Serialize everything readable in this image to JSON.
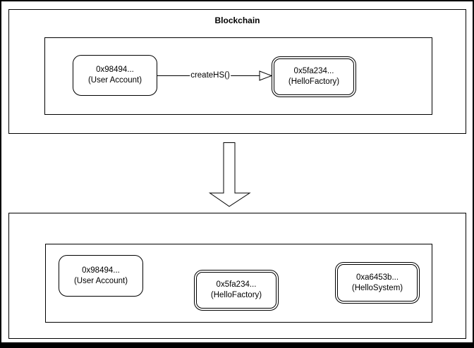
{
  "diagram": {
    "before": {
      "title": "Blockchain",
      "user_account": {
        "address": "0x98494...",
        "label": "(User Account)"
      },
      "hello_factory": {
        "address": "0x5fa234...",
        "label": "(HelloFactory)"
      },
      "call_label": "createHS()"
    },
    "after": {
      "user_account": {
        "address": "0x98494...",
        "label": "(User Account)"
      },
      "hello_factory": {
        "address": "0x5fa234...",
        "label": "(HelloFactory)"
      },
      "hello_system": {
        "address": "0xa6453b...",
        "label": "(HelloSystem)"
      }
    },
    "colors": {
      "stroke": "#000000",
      "fill": "#ffffff"
    }
  }
}
